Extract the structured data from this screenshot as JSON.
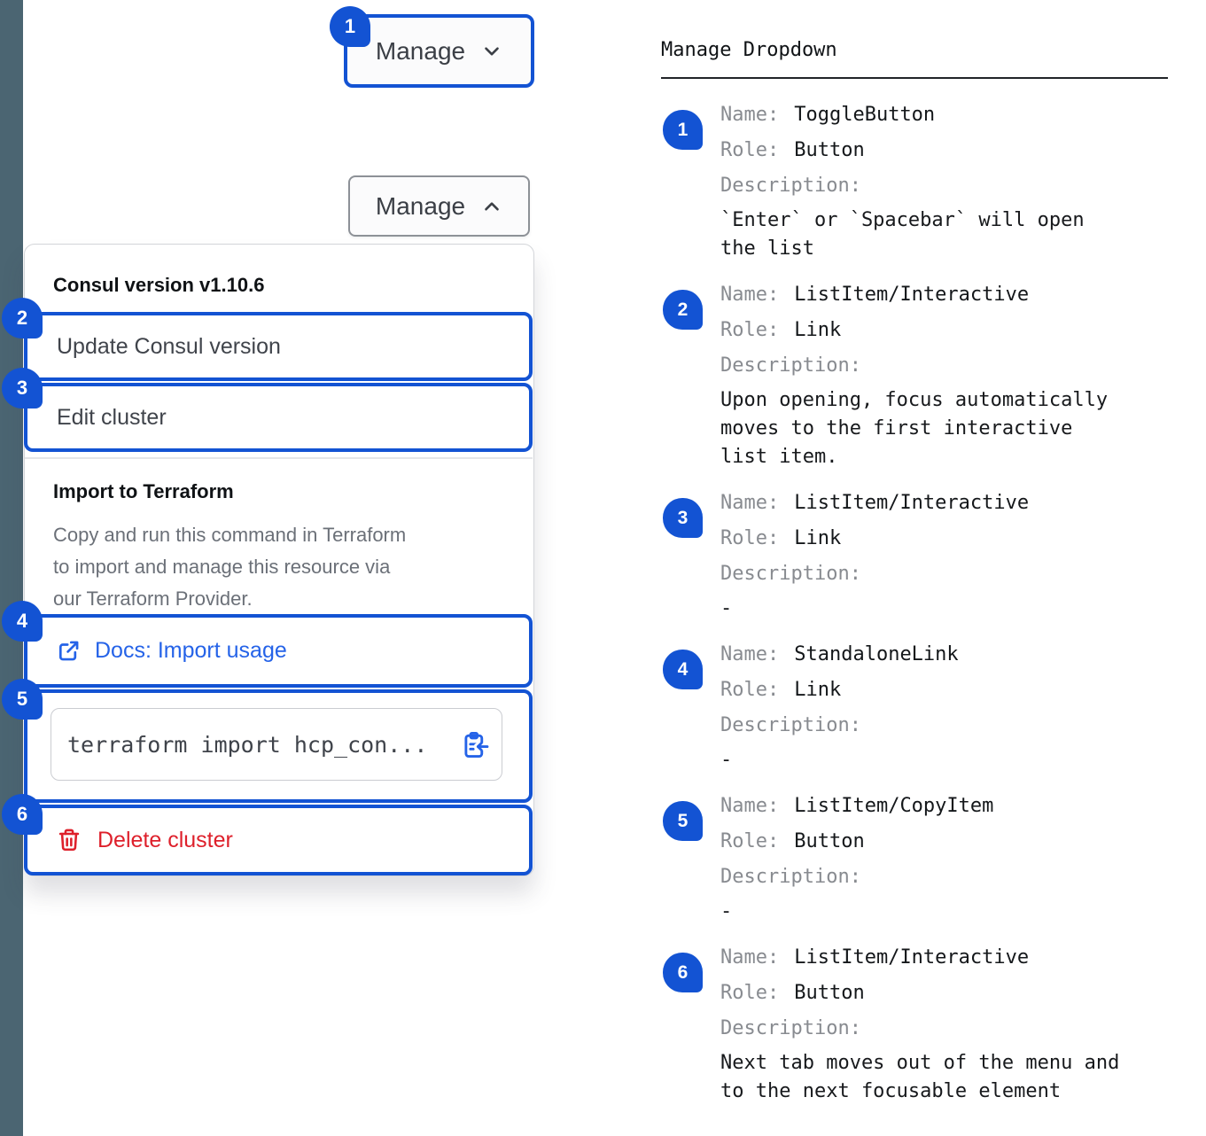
{
  "colors": {
    "accent_blue": "#1353d3",
    "link_blue": "#2563e8",
    "danger_red": "#de202b",
    "rail_slate": "#4b6572"
  },
  "left": {
    "toggle_button": {
      "badge": "1",
      "label": "Manage"
    },
    "open_button": {
      "label": "Manage"
    },
    "menu": {
      "version_header": "Consul version v1.10.6",
      "update_item": {
        "badge": "2",
        "label": "Update Consul version"
      },
      "edit_item": {
        "badge": "3",
        "label": "Edit cluster"
      },
      "import_title": "Import to Terraform",
      "import_desc_lines": [
        "Copy and run this command in Terraform",
        "to import and manage this resource via",
        "our Terraform Provider."
      ],
      "docs_item": {
        "badge": "4",
        "label": "Docs: Import usage"
      },
      "copy_item": {
        "badge": "5",
        "code": "terraform import hcp_con..."
      },
      "delete_item": {
        "badge": "6",
        "label": "Delete cluster"
      }
    }
  },
  "right": {
    "heading": "Manage Dropdown",
    "field_labels": {
      "name": "Name:",
      "role": "Role:",
      "description": "Description:"
    },
    "entries": [
      {
        "num": "1",
        "name": "ToggleButton",
        "role": "Button",
        "desc_lines": [
          "`Enter` or `Spacebar` will open",
          "the list"
        ]
      },
      {
        "num": "2",
        "name": "ListItem/Interactive",
        "role": "Link",
        "desc_lines": [
          "Upon opening, focus automatically",
          "moves to the first interactive",
          "list item."
        ]
      },
      {
        "num": "3",
        "name": "ListItem/Interactive",
        "role": "Link",
        "desc_lines": [
          "-"
        ]
      },
      {
        "num": "4",
        "name": "StandaloneLink",
        "role": "Link",
        "desc_lines": [
          "-"
        ]
      },
      {
        "num": "5",
        "name": "ListItem/CopyItem",
        "role": "Button",
        "desc_lines": [
          "-"
        ]
      },
      {
        "num": "6",
        "name": "ListItem/Interactive",
        "role": "Button",
        "desc_lines": [
          "Next tab moves out of the menu and",
          "to the next focusable element"
        ]
      }
    ]
  }
}
